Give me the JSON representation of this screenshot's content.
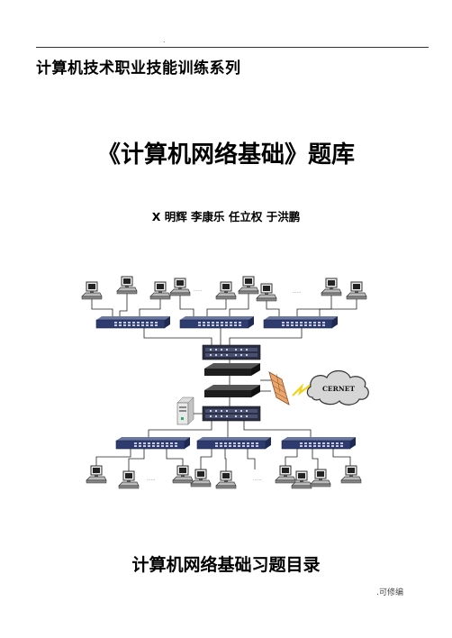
{
  "header": {
    "dot": ".",
    "series_title": "计算机技术职业技能训练系列"
  },
  "book": {
    "title": "《计算机网络基础》题库",
    "authors": "X 明辉  李康乐  任立权  于洪鹏",
    "toc_heading": "计算机网络基础习题目录"
  },
  "diagram": {
    "cloud_label": "CERNET",
    "ellipsis": "......"
  },
  "footer": {
    "note": ".可修编"
  }
}
